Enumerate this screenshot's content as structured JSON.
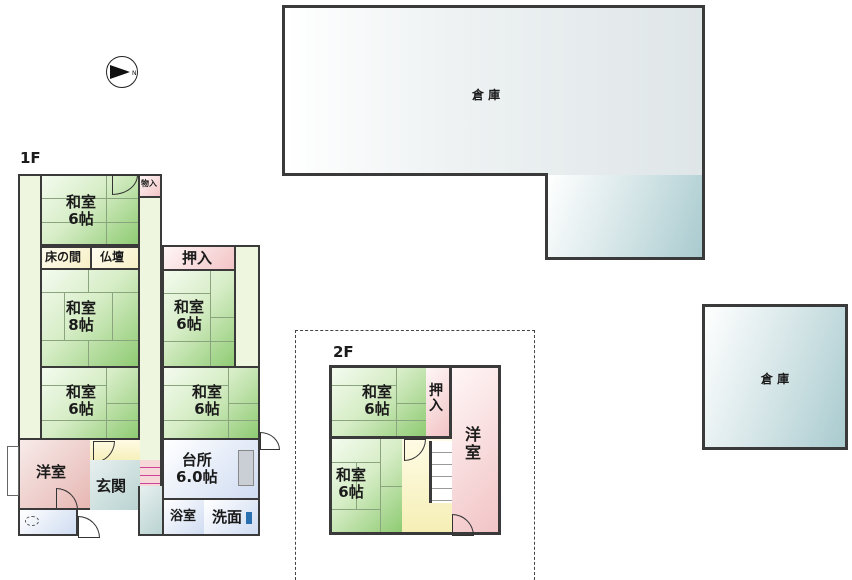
{
  "floor_labels": {
    "first": "1F",
    "second": "2F"
  },
  "compass": {
    "icon": "north-arrow-icon",
    "letter": "N"
  },
  "storage": [
    {
      "id": "storage-large",
      "label": "倉 庫"
    },
    {
      "id": "storage-small",
      "label": "倉 庫"
    }
  ],
  "first_floor": {
    "rooms": [
      {
        "id": "washitsu-north",
        "name": "和室",
        "size": "6帖"
      },
      {
        "id": "closet-small",
        "name": "物入"
      },
      {
        "id": "tokonoma",
        "name": "床の間"
      },
      {
        "id": "butsudan",
        "name": "仏壇"
      },
      {
        "id": "washitsu-8",
        "name": "和室",
        "size": "8帖"
      },
      {
        "id": "oshiire",
        "name": "押入"
      },
      {
        "id": "washitsu-mid-right",
        "name": "和室",
        "size": "6帖"
      },
      {
        "id": "washitsu-south-left",
        "name": "和室",
        "size": "6帖"
      },
      {
        "id": "washitsu-south-right",
        "name": "和室",
        "size": "6帖"
      },
      {
        "id": "youshitsu",
        "name": "洋室"
      },
      {
        "id": "genkan",
        "name": "玄関"
      },
      {
        "id": "kitchen",
        "name": "台所",
        "size": "6.0帖"
      },
      {
        "id": "bath",
        "name": "浴室"
      },
      {
        "id": "washroom",
        "name": "洗面"
      }
    ]
  },
  "second_floor": {
    "rooms": [
      {
        "id": "washitsu-2f-north",
        "name": "和室",
        "size": "6帖"
      },
      {
        "id": "oshiire-2f",
        "name": "押入",
        "vertical": [
          "押",
          "入"
        ]
      },
      {
        "id": "youshitsu-2f",
        "name": "洋室",
        "vertical": [
          "洋",
          "室"
        ]
      },
      {
        "id": "washitsu-2f-south",
        "name": "和室",
        "size": "6帖"
      }
    ]
  },
  "colors": {
    "wall": "#3a3a3a",
    "tatami": "#8fcb73",
    "youshitsu": "#e7b7b3",
    "oshiire": "#f2c4c6",
    "kitchen": "#cfdcf2",
    "storage": "#a9cbcf"
  }
}
